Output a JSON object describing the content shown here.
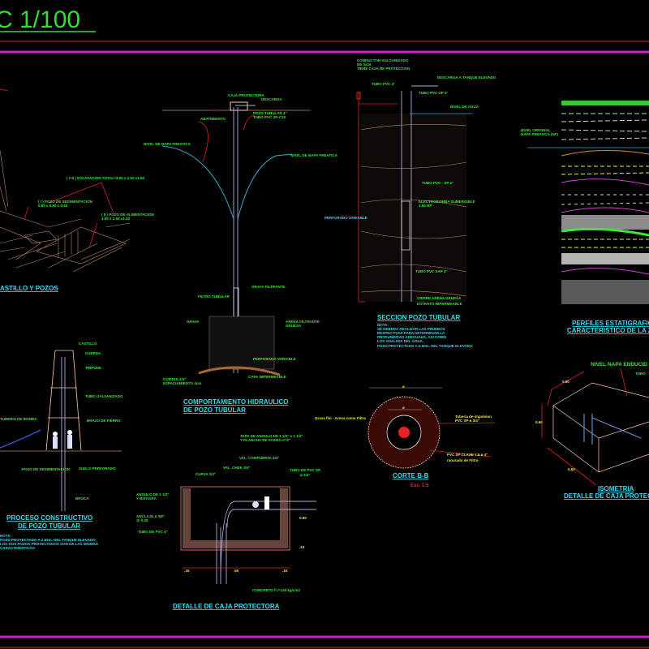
{
  "sheet": {
    "scale_title": "C 1/100",
    "colors": {
      "background": "#000000",
      "title": "#33dd33",
      "frame_magenta": "#cc22cc",
      "frame_red": "#cc3311",
      "titles": "#33ddee",
      "labels": "#33ee33"
    }
  },
  "castillo": {
    "title": "ASTILLO Y POZOS",
    "labels": [
      "( I+II ) EXCAVACION TOTAL=4.50 x 1.50 x1.50",
      "( I ) POZO DE SEDIMENTACION",
      "0.60 x 0.60 x 0.60",
      "( II ) POZO DE ALIMENTACION",
      "1.50 x 1.50 x1.20"
    ]
  },
  "hidraulico": {
    "title_line1": "COMPORTAMIENTO HIDRAULICO",
    "title_line2": "DE POZO TUBULAR",
    "labels": [
      "CAJA PROTECTORA",
      "DESCARGA",
      "POZO TUBULAR 4\"",
      "TUBO PVC SP-C10",
      "ABATIMIENTO",
      "NIVEL DE NAPA FREATICA",
      "NIVEL DE NAPA FREATICA",
      "FILTRO TUBULAR",
      "GRAVA FILTRANTE",
      "GRAVA",
      "ARENA FILTRANTE",
      "GRUESA",
      "PERFORADO VARIABLE",
      "CAPA IMPERMEABLE",
      "CORTES 1/4\"",
      "ESPACIAMIENTO 4cm"
    ]
  },
  "seccion": {
    "title": "SECCION POZO TUBULAR",
    "labels": [
      "CONDUCTOR VULCANIZADO",
      "DE 3x16",
      "TIENE CAJA DE PROTECCION",
      "DESCARGA A TANQUE ELEVADO",
      "TUBO PVC 4\"",
      "TUBO PVC-SP 2\"",
      "NIVEL DE AGUA",
      "TUBO PVC - SP 4\"",
      "ELECTROBOMBA SUMERGIBLE",
      "1.50 HP",
      "TUBO PVC SAP 4\"",
      "CIERRE ARENA GRUESA",
      "ESTRATO IMPERMEABLE",
      "PERFORADO VARIABLE"
    ],
    "note_heading": "NOTA:",
    "note_lines": [
      "SE DEBERA REALIZAR LAS PRUEBAS",
      "RESPECTIVAS PARA DETERMINAR LA",
      "PROFUNDIDAD ADECUADA, ASI COMO",
      "LOS ANALISIS DEL AGUA.",
      "POZO PROYECTADO A 2.50m. DEL TANQUE ELEVADO"
    ]
  },
  "perfiles": {
    "title_line1": "PERFILES ESTATIGRAFICOS",
    "title_line2": "CARACTERISTICO DE LA Z",
    "labels": [
      "NIVEL ORIGINAL",
      "NAPA FREATICA (NF)"
    ]
  },
  "proceso": {
    "title_line1": "PROCESO CONSTRUCTIVO",
    "title_line2": "DE POZO TUBULAR",
    "labels": [
      "CASTILLO",
      "CUERDA",
      "TRIPODE",
      "TUBO GALVANIZADO",
      "BRAZO DE FIERRO",
      "TUBERIA DE BOMBA",
      "SUELO PERFORADO",
      "BROCA",
      "POZO DE SEDIMENTACION"
    ],
    "note_heading": "NOTA:",
    "note_lines": [
      "POZO PROYECTADO A 2.50m. DEL TANQUE ELEVADO",
      "LOS DOS POZOS PROYECTADOS SON DE LAS MISMAS",
      "CARACTERISTICAS"
    ]
  },
  "caja": {
    "title": "DETALLE DE CAJA PROTECTORA",
    "labels": [
      "TAPA DE ANGULO DE 1 1/2\" x 1 1/2\"",
      "Y PLANCHA DE ACERO e=4\"",
      "VAL. COMPUERTA 3/4\"",
      "VAL. CHEK 3/4\"",
      "CURVA 3/4\"",
      "TUBO DE PVC SP",
      "ø 3/4\"",
      "ANGULO DE 1 1/2\"",
      "Y BISAGRA",
      "ANCLAJE ø 3/8\"",
      "@ 0.30",
      "TUBO DE PVC 4\"",
      "CONCRETO f'c=140 kg/cm2"
    ],
    "dims": [
      ".15",
      ".60",
      ".15",
      "0.60",
      ".10"
    ]
  },
  "corte": {
    "title": "CORTE B-B",
    "scale": "Esc. 1:5",
    "labels": [
      "Grava filo - Arena como Filtro",
      "Tuberia de impulsion",
      "PVC SP ø 3/4\"",
      "PVC SP CLASE 7.5 ø 4\"",
      "ranurado de Filtro"
    ],
    "dims": [
      "ø",
      "ø"
    ]
  },
  "isometria": {
    "title_line1": "ISOMETRIA",
    "title_line2": "DETALLE DE CAJA PROTECTORA",
    "labels": [
      "NIVEL NAPA ENDUCID",
      "TUBO"
    ],
    "dims": [
      "0.60",
      "0.60",
      "0.60"
    ]
  }
}
